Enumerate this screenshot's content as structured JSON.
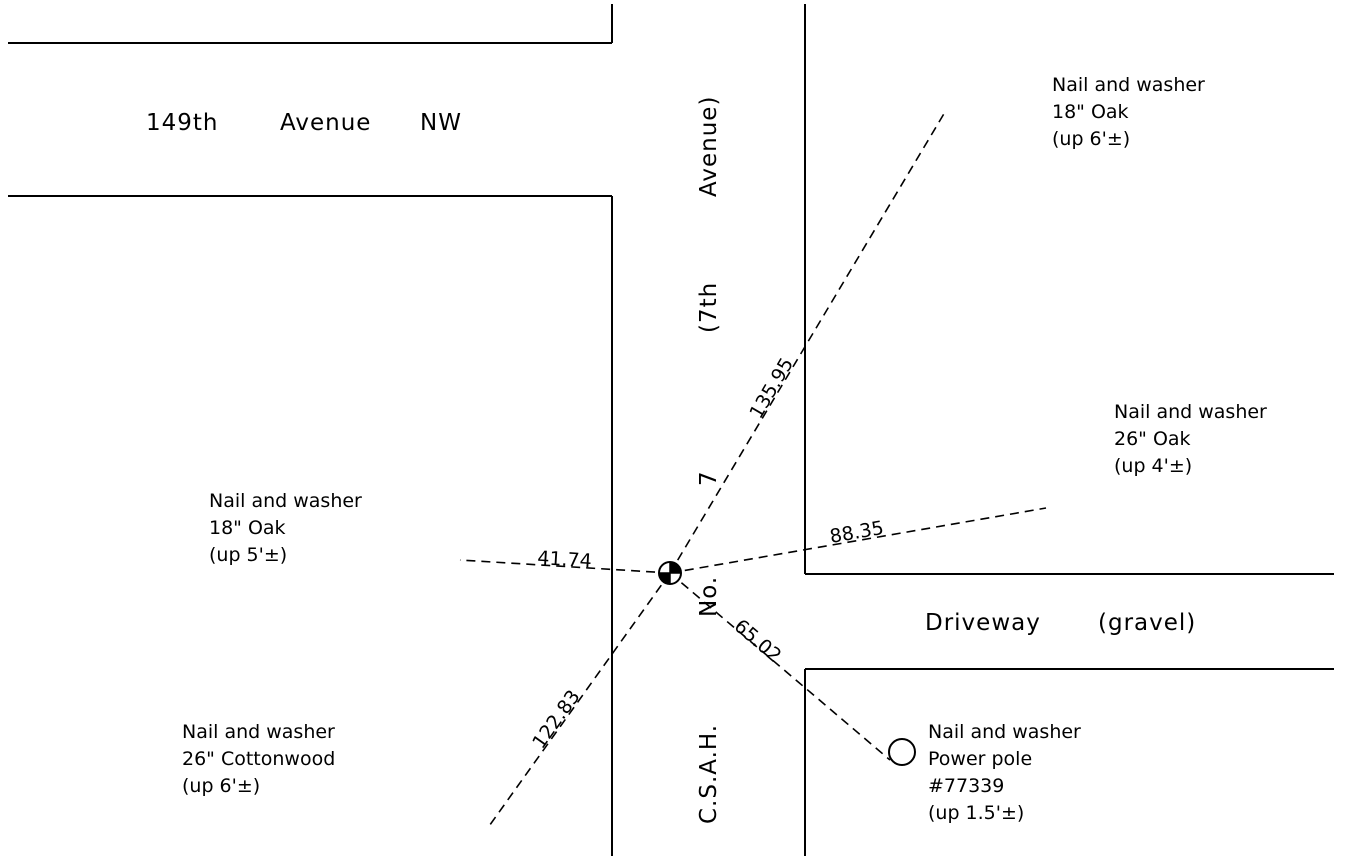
{
  "streets": {
    "avenue_149th": {
      "word1": "149th",
      "word2": "Avenue",
      "word3": "NW"
    },
    "csah_7": {
      "part1": "C.S.A.H.",
      "part2": "No.",
      "part3": "7",
      "part4": "(7th",
      "part5": "Avenue)"
    },
    "driveway": {
      "word1": "Driveway",
      "word2": "(gravel)"
    }
  },
  "ties": {
    "northeast_oak": {
      "distance": "135.95",
      "line1": "Nail and washer",
      "line2": "18\" Oak",
      "line3": "(up 6'±)"
    },
    "east_oak": {
      "distance": "88.35",
      "line1": "Nail and washer",
      "line2": "26\" Oak",
      "line3": "(up 4'±)"
    },
    "west_oak": {
      "distance": "41.74",
      "line1": "Nail and washer",
      "line2": "18\" Oak",
      "line3": "(up 5'±)"
    },
    "southwest_cottonwood": {
      "distance": "122.83",
      "line1": "Nail and washer",
      "line2": "26\" Cottonwood",
      "line3": "(up 6'±)"
    },
    "power_pole": {
      "distance": "65.02",
      "line1": "Nail and washer",
      "line2": "Power pole",
      "line3": "#77339",
      "line4": "(up 1.5'±)"
    }
  },
  "icons": {
    "control_point": "quartered-circle-monument",
    "tree": "deciduous-tree-symbol",
    "power_pole": "open-circle"
  }
}
